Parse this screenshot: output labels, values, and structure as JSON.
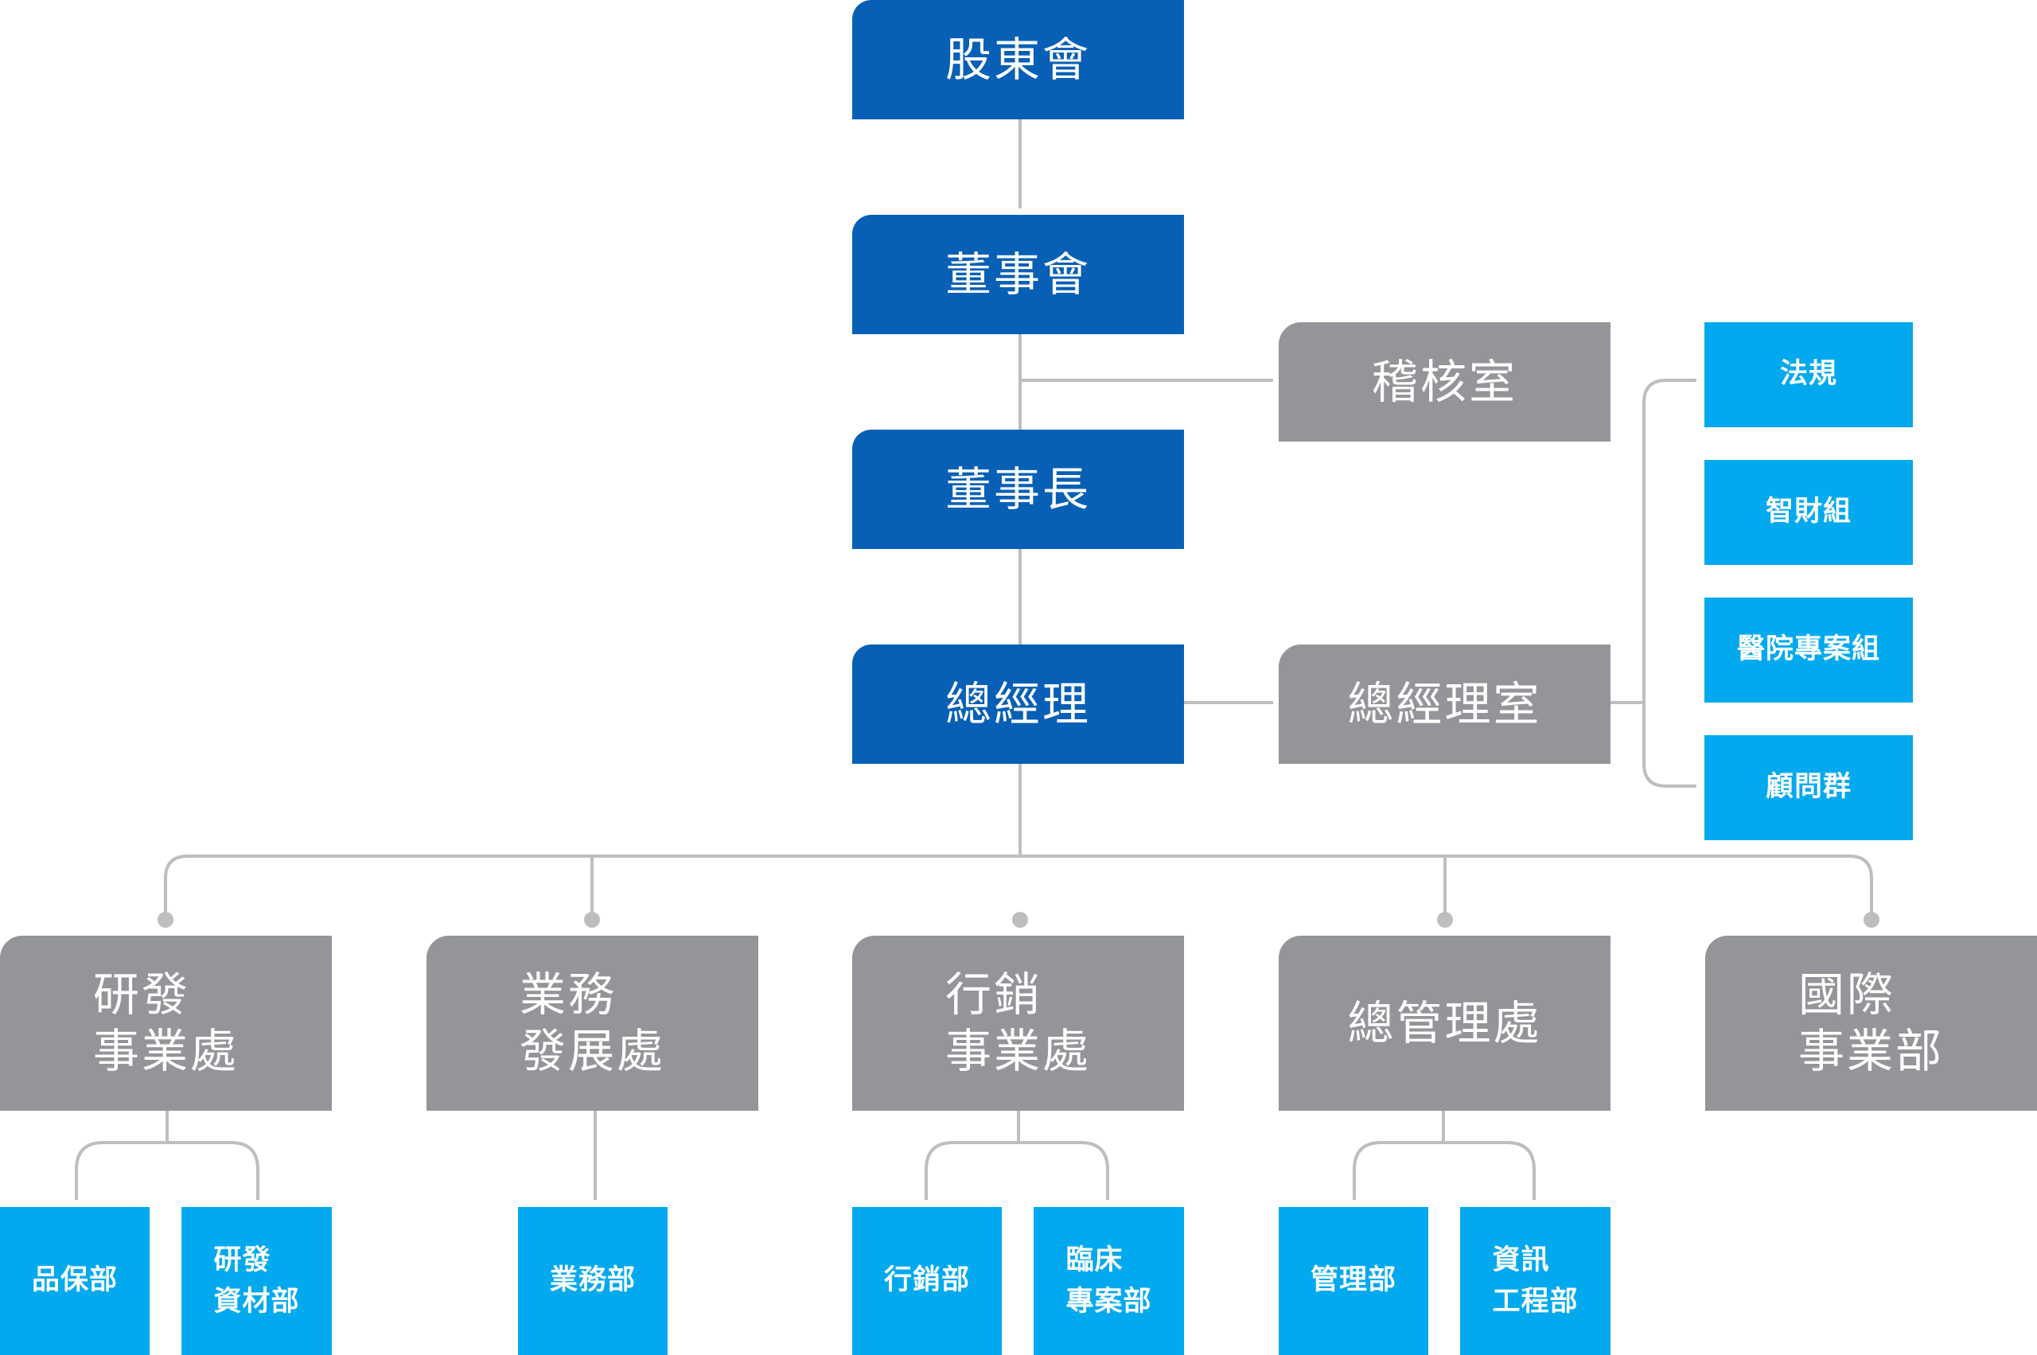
{
  "colors": {
    "primary_blue": "#0760b5",
    "secondary_gray": "#939598",
    "light_blue": "#03a9ee",
    "connector": "#bcbec0"
  },
  "nodes": {
    "shareholders": "股東會",
    "board": "董事會",
    "chairman": "董事長",
    "president": "總經理",
    "audit": "稽核室",
    "president_office": "總經理室",
    "legal": "法規",
    "ip": "智財組",
    "hospital_project": "醫院專案組",
    "advisors": "顧問群",
    "rd_bu": "研發\n事業處",
    "sales_dev": "業務\n發展處",
    "marketing_bu": "行銷\n事業處",
    "admin": "總管理處",
    "intl_bu": "國際\n事業部",
    "qa_dept": "品保部",
    "rd_materials": "研發\n資材部",
    "sales_dept": "業務部",
    "marketing_dept": "行銷部",
    "clinical_project": "臨床\n專案部",
    "management_dept": "管理部",
    "it_engineering": "資訊\n工程部"
  }
}
